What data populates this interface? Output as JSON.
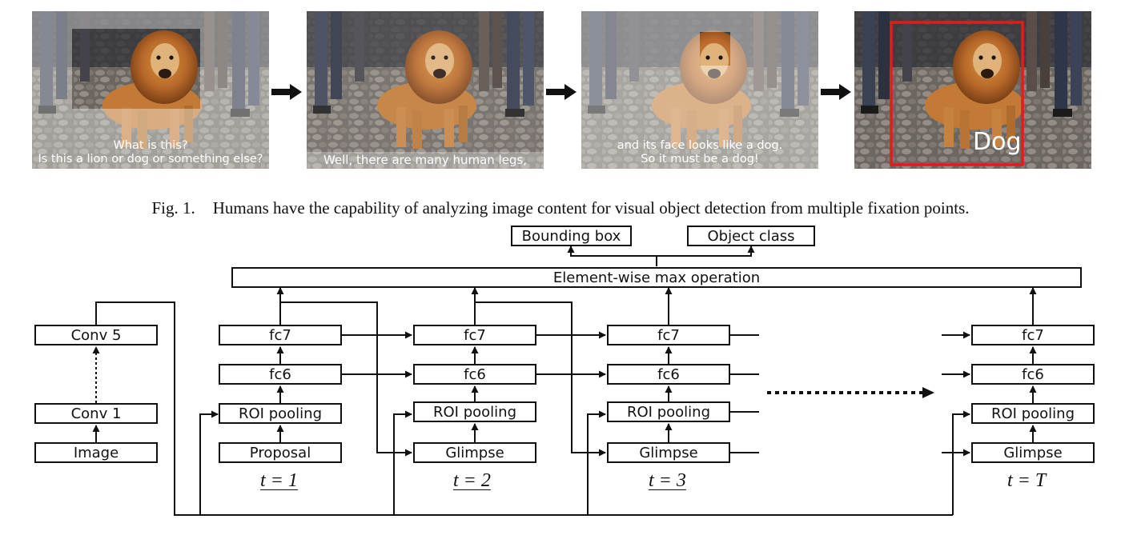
{
  "panels": [
    {
      "caption_lines": [
        "What is this?",
        "Is this a lion or dog or something else?"
      ]
    },
    {
      "caption_lines": [
        "Well, there are many human legs,"
      ]
    },
    {
      "caption_lines": [
        "and its face looks like a dog.",
        "So it must be a dog!"
      ]
    },
    {
      "caption_lines": [],
      "detection_label": "Dog",
      "box_color": "#e21b1b"
    }
  ],
  "figure1": {
    "label": "Fig. 1.",
    "text": "Humans have the capability of analyzing image content for visual object detection from multiple fixation points."
  },
  "diagram": {
    "outputs": {
      "bbox": "Bounding box",
      "cls": "Object class"
    },
    "max_op": "Element-wise max operation",
    "backbone": {
      "conv5": "Conv 5",
      "conv1": "Conv 1",
      "image": "Image"
    },
    "steps": [
      {
        "fc7": "fc7",
        "fc6": "fc6",
        "roi": "ROI pooling",
        "input": "Proposal",
        "t": "t = 1"
      },
      {
        "fc7": "fc7",
        "fc6": "fc6",
        "roi": "ROI pooling",
        "input": "Glimpse",
        "t": "t = 2"
      },
      {
        "fc7": "fc7",
        "fc6": "fc6",
        "roi": "ROI pooling",
        "input": "Glimpse",
        "t": "t = 3"
      },
      {
        "fc7": "fc7",
        "fc6": "fc6",
        "roi": "ROI pooling",
        "input": "Glimpse",
        "t": "t = T"
      }
    ]
  }
}
